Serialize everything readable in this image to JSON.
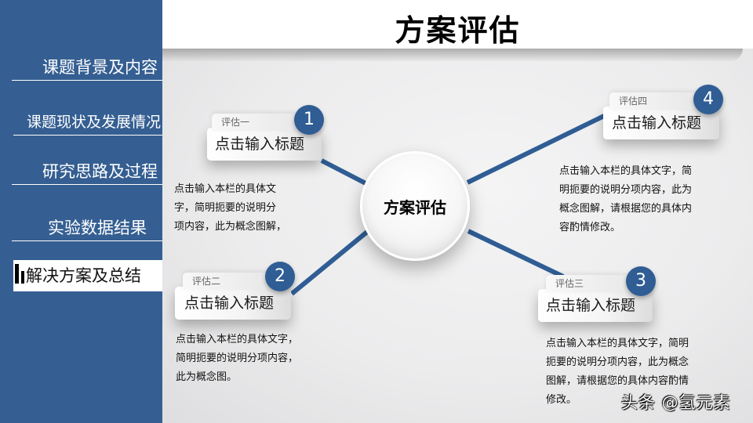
{
  "sidebar": {
    "background": "#355f92",
    "items": [
      {
        "label": "课题背景及内容",
        "active": false
      },
      {
        "label": "课题现状及发展情况",
        "active": false
      },
      {
        "label": "研究思路及过程",
        "active": false
      },
      {
        "label": "实验数据结果",
        "active": false
      },
      {
        "label": "解决方案及总结",
        "active": true
      }
    ]
  },
  "header": {
    "title": "方案评估"
  },
  "diagram": {
    "hub_label": "方案评估",
    "accent_color": "#2f5d94",
    "nodes": [
      {
        "number": "1",
        "tab": "评估一",
        "title": "点击输入标题",
        "description": [
          "点击输入本栏的具体文",
          "字，简明扼要的说明分",
          "项内容，此为概念图解，"
        ]
      },
      {
        "number": "2",
        "tab": "评估二",
        "title": "点击输入标题",
        "description": [
          "点击输入本栏的具体文字，",
          "简明扼要的说明分项内容，",
          "此为概念图。"
        ]
      },
      {
        "number": "3",
        "tab": "评估三",
        "title": "点击输入标题",
        "description": [
          "点击输入本栏的具体文字，简明",
          "扼要的说明分项内容，此为概念",
          "图解，请根据您的具体内容酌情",
          "修改。"
        ]
      },
      {
        "number": "4",
        "tab": "评估四",
        "title": "点击输入标题",
        "description": [
          "点击输入本栏的具体文字，简",
          "明扼要的说明分项内容，此为",
          "概念图解，请根据您的具体内",
          "容酌情修改。"
        ]
      }
    ]
  },
  "watermark": "头条 @氢元素"
}
